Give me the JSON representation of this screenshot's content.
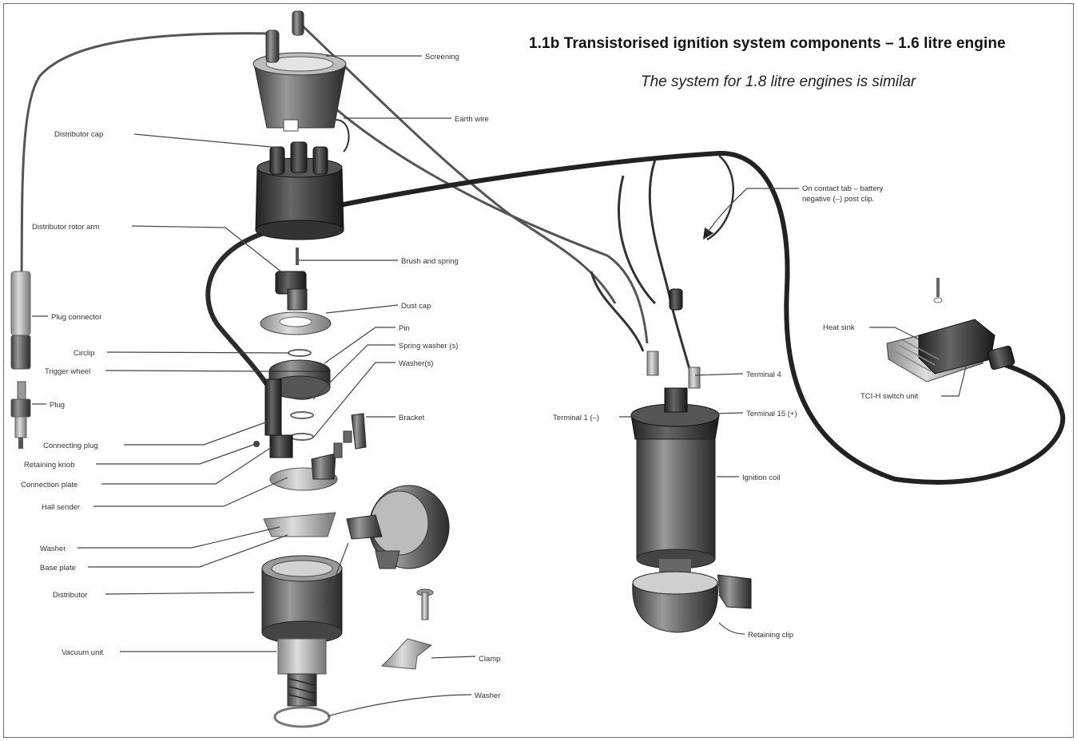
{
  "figure": {
    "title": "1.1b  Transistorised ignition system components – 1.6 litre engine",
    "subtitle": "The system for 1.8 litre engines is similar"
  },
  "labels": {
    "screening": "Screening",
    "earth_wire": "Earth wire",
    "distributor_cap": "Distributor cap",
    "distributor_rotor_arm": "Distributor rotor arm",
    "brush_and_spring": "Brush and spring",
    "dust_cap": "Dust cap",
    "plug_connector": "Plug connector",
    "pin": "Pin",
    "spring_washer": "Spring washer (s)",
    "washers": "Washer(s)",
    "circlip": "Circlip",
    "trigger_wheel": "Trigger wheel",
    "plug": "Plug",
    "bracket": "Bracket",
    "connecting_plug": "Connecting plug",
    "retaining_knob": "Retaining knob",
    "connection_plate": "Connection plate",
    "hall_sender": "Hall sender",
    "washer": "Washer",
    "base_plate": "Base plate",
    "distributor": "Distributor",
    "vacuum_unit": "Vacuum unit",
    "clamp": "Clamp",
    "washer_bottom": "Washer",
    "terminal_4": "Terminal 4",
    "terminal_1": "Terminal 1 (–)",
    "terminal_15": "Terminal 15 (+)",
    "ignition_coil": "Ignition coil",
    "retaining_clip": "Retaining clip",
    "on_contact_tab_1": "On contact tab – battery",
    "on_contact_tab_2": "negative (–) post clip.",
    "heat_sink": "Heat sink",
    "tci_h_switch_unit": "TCI-H switch unit"
  }
}
